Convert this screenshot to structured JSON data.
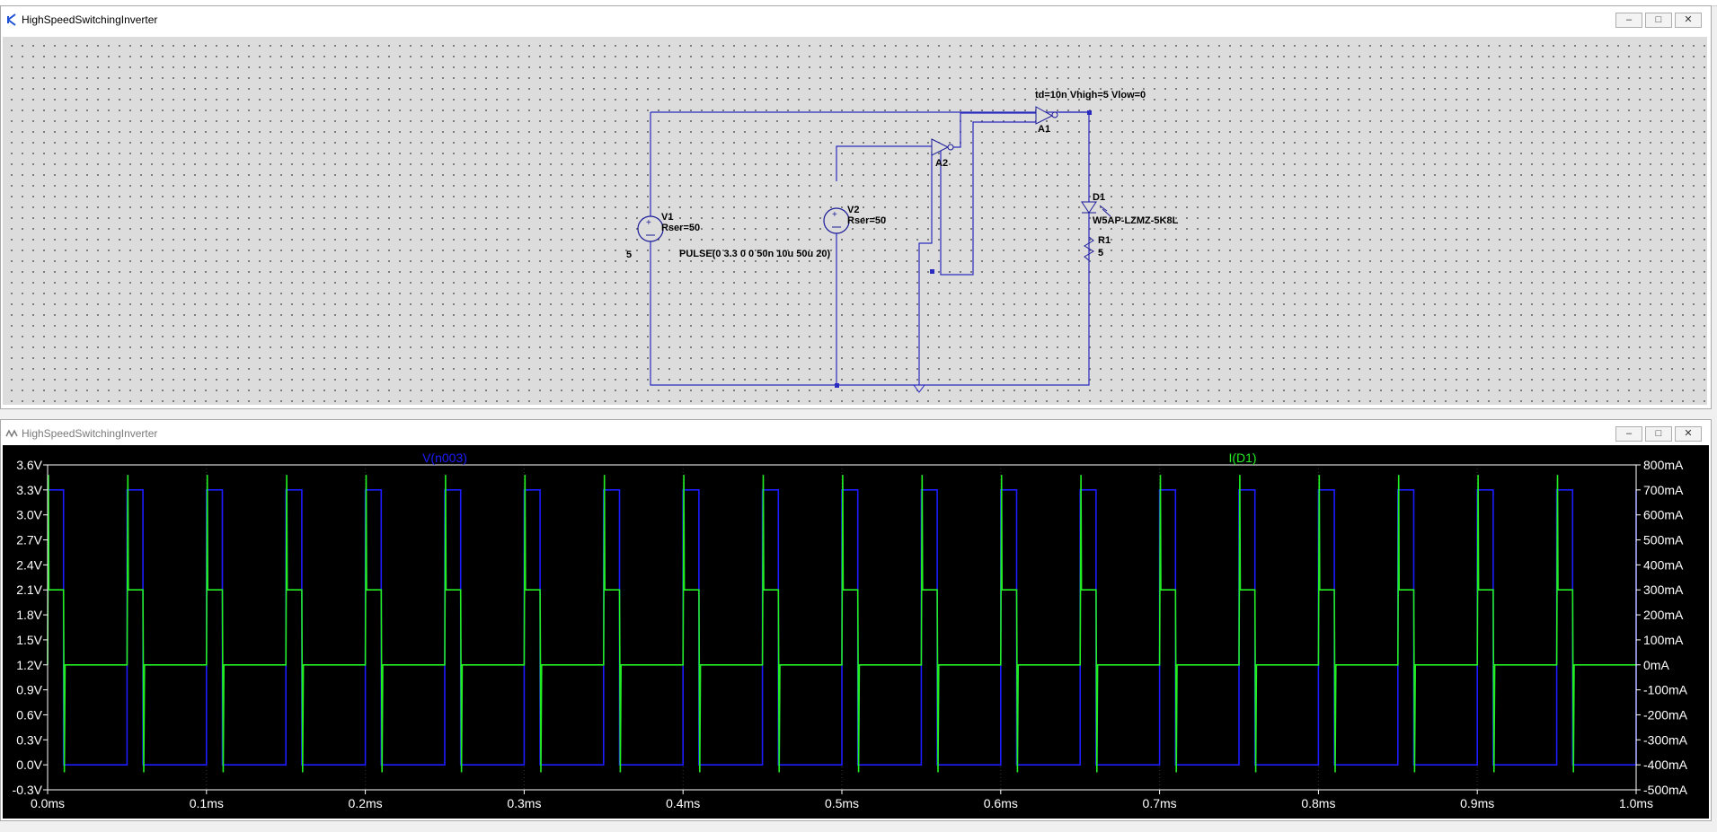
{
  "schematic_window": {
    "title": "HighSpeedSwitchingInverter",
    "components": {
      "v1": {
        "name": "V1",
        "param": "Rser=50",
        "value": "5"
      },
      "v2": {
        "name": "V2",
        "param": "Rser=50",
        "pulse": "PULSE(0 3.3 0 0 50n 10u 50u 20)"
      },
      "a1": {
        "name": "A1",
        "params": "td=10n Vhigh=5 Vlow=0"
      },
      "a2": {
        "name": "A2"
      },
      "d1": {
        "name": "D1",
        "model": "W5AP-LZMZ-5K8L"
      },
      "r1": {
        "name": "R1",
        "value": "5"
      }
    },
    "colors": {
      "wire": "#2b2bbf",
      "component": "#1a1a99",
      "label": "#000000",
      "background": "#dcdcdc"
    }
  },
  "plot_window": {
    "title": "HighSpeedSwitchingInverter",
    "colors": {
      "background": "#000000",
      "axis_text": "#ffffff",
      "v_trace": "#1c1cff",
      "i_trace": "#22ee22"
    }
  },
  "chart_data": {
    "type": "line",
    "xlabel": "",
    "x_ticks": [
      "0.0ms",
      "0.1ms",
      "0.2ms",
      "0.3ms",
      "0.4ms",
      "0.5ms",
      "0.6ms",
      "0.7ms",
      "0.8ms",
      "0.9ms",
      "1.0ms"
    ],
    "xlim": [
      0,
      1.0
    ],
    "left_axis": {
      "ticks": [
        "3.6V",
        "3.3V",
        "3.0V",
        "2.7V",
        "2.4V",
        "2.1V",
        "1.8V",
        "1.5V",
        "1.2V",
        "0.9V",
        "0.6V",
        "0.3V",
        "0.0V",
        "-0.3V"
      ],
      "ylim": [
        -0.3,
        3.6
      ]
    },
    "right_axis": {
      "ticks": [
        "800mA",
        "700mA",
        "600mA",
        "500mA",
        "400mA",
        "300mA",
        "200mA",
        "100mA",
        "0mA",
        "-100mA",
        "-200mA",
        "-300mA",
        "-400mA",
        "-500mA"
      ],
      "ylim": [
        -500,
        800
      ]
    },
    "series": [
      {
        "name": "V(n003)",
        "axis": "left",
        "unit": "V",
        "period_ms": 0.05,
        "pulse_width_ms": 0.01,
        "low": 0.0,
        "high": 3.3
      },
      {
        "name": "I(D1)",
        "axis": "right",
        "unit": "mA",
        "period_ms": 0.05,
        "pulse_width_ms": 0.01,
        "baseline": 0,
        "spike_peak": 760,
        "plateau": 300,
        "negative_spike": -430
      }
    ]
  }
}
